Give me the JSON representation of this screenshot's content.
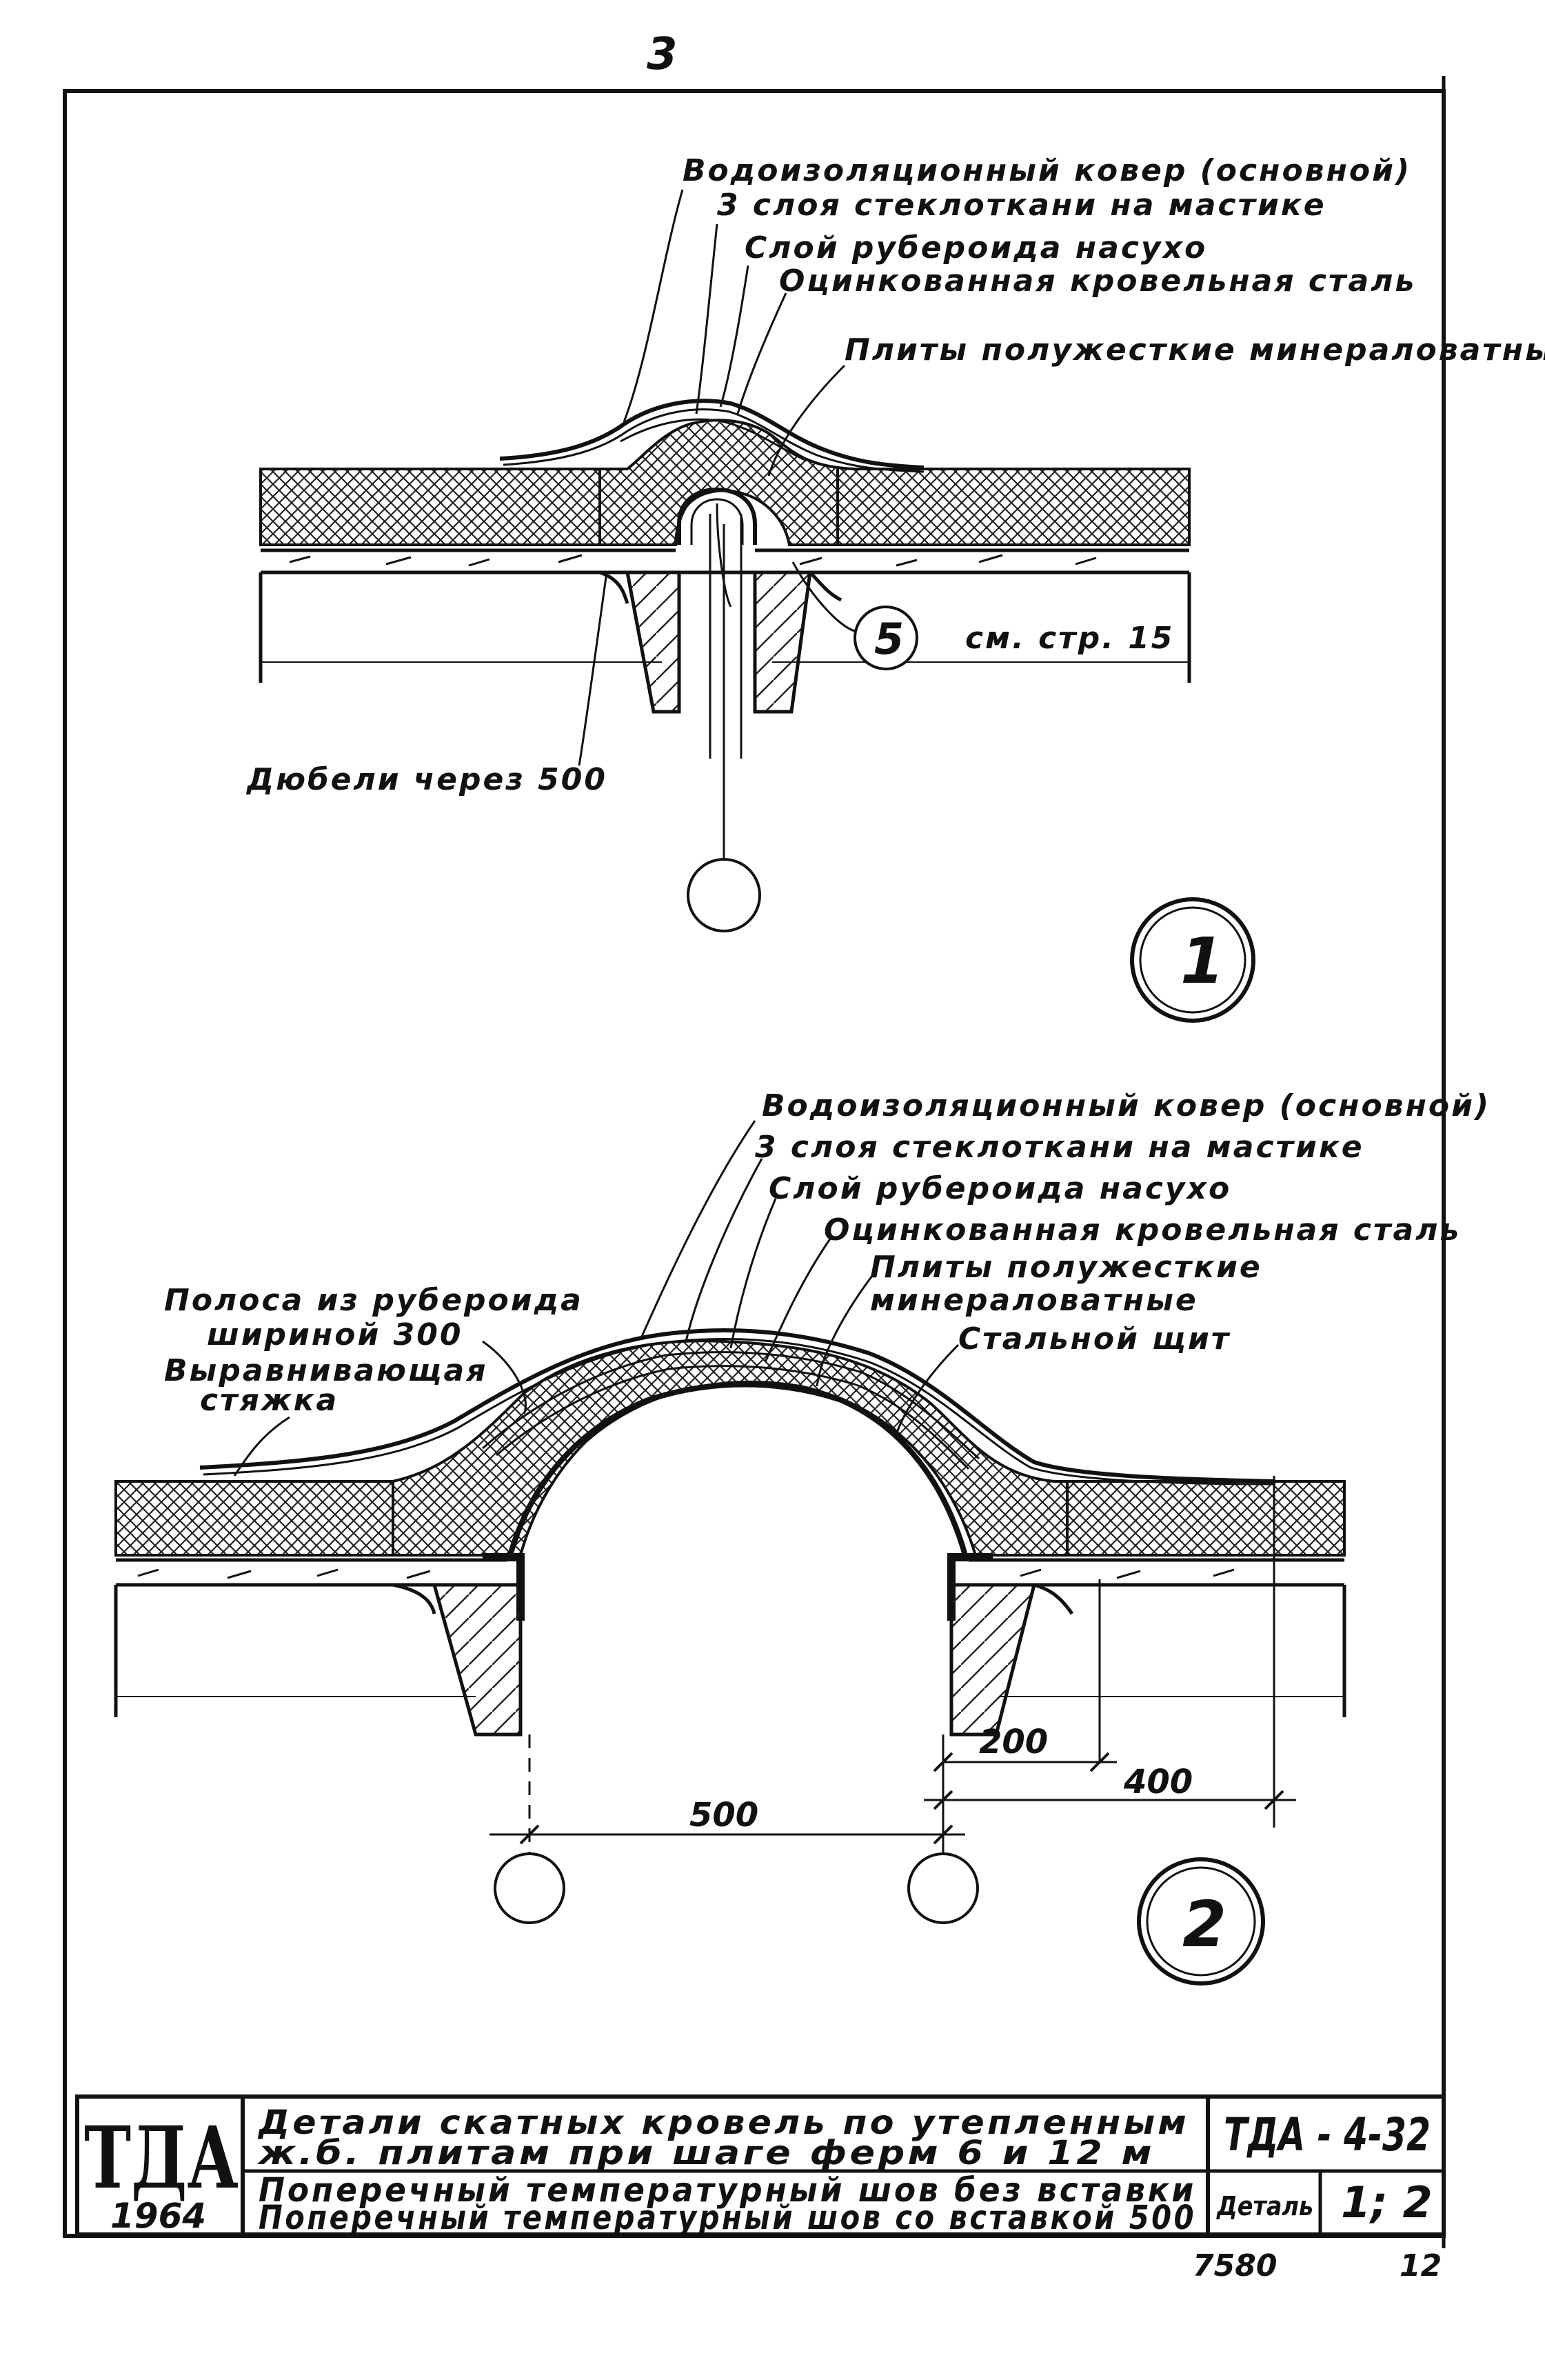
{
  "page_number": "3",
  "detail1": {
    "labels": [
      "Водоизоляционный ковер (основной)",
      "3 слоя стеклоткани на мастике",
      "Слой рубероида насухо",
      "Оцинкованная кровельная сталь",
      "Плиты полужесткие минераловатные"
    ],
    "callout": "5",
    "reference": "см. стр. 15",
    "dowels": "Дюбели через 500",
    "marker": "1"
  },
  "detail2": {
    "labels_right": [
      "Водоизоляционный ковер (основной)",
      "3 слоя стеклоткани на мастике",
      "Слой рубероида насухо",
      "Оцинкованная кровельная сталь",
      "Плиты полужесткие",
      "минераловатные",
      "Стальной щит"
    ],
    "labels_left": [
      "Полоса из рубероида",
      "шириной 300",
      "Выравнивающая",
      "стяжка"
    ],
    "dim_200": "200",
    "dim_400": "400",
    "dim_500": "500",
    "marker": "2"
  },
  "title_block": {
    "org": "ТДА",
    "year": "1964",
    "title_line1": "Детали скатных кровель по утепленным",
    "title_line2": "ж.б. плитам при шаге ферм 6 и 12 м",
    "desc_line1": "Поперечный температурный шов без вставки",
    "desc_line2": "Поперечный температурный шов со вставкой 500",
    "code": "ТДА - 4-32",
    "detail_label": "Деталь",
    "detail_value": "1; 2"
  },
  "footer_left": "7580",
  "footer_right": "12"
}
